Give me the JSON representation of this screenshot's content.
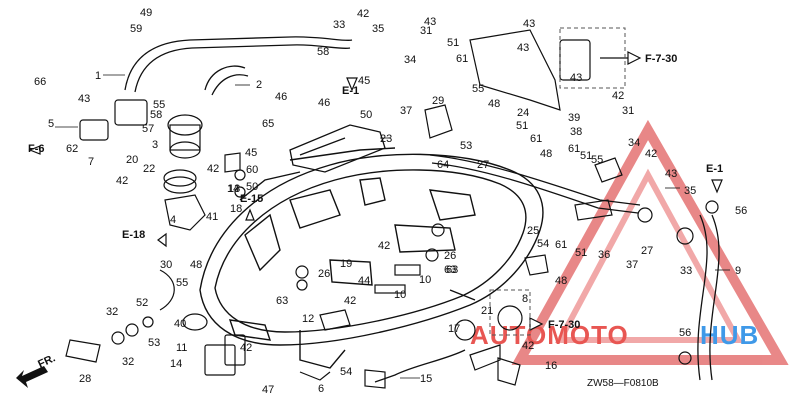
{
  "diagram_code": "ZW58—F0810B",
  "front_label": "FR.",
  "watermark": {
    "part1": "AUTOMOTO",
    "part2": "HUB",
    "color1": "#e53935",
    "color2": "#1e88e5"
  },
  "refs": {
    "f730_top": "F-7-30",
    "f730_bottom": "F-7-30",
    "f6": "F-6",
    "e18": "E-18",
    "e15": "E-15",
    "e1_top": "E-1",
    "e1_right": "E-1"
  },
  "callouts": {
    "c49": "49",
    "c59": "59",
    "c1": "1",
    "c2": "2",
    "c66": "66",
    "c43a": "43",
    "c58a": "58",
    "c55a": "55",
    "c57": "57",
    "c5": "5",
    "c62": "62",
    "c7": "7",
    "c20": "20",
    "c3": "3",
    "c22": "22",
    "c4": "4",
    "c42a": "42",
    "c14": "14",
    "c65": "65",
    "c46a": "46",
    "c46b": "46",
    "c41": "41",
    "c18": "18",
    "c60": "60",
    "c13": "13",
    "c45a": "45",
    "c42b": "42",
    "c50a": "50",
    "c33": "33",
    "c35": "35",
    "c42c": "42",
    "c43b": "43",
    "c58b": "58",
    "c45b": "45",
    "c50b": "50",
    "c37a": "37",
    "c31a": "31",
    "c34a": "34",
    "c51a": "51",
    "c61a": "61",
    "c29": "29",
    "c55b": "55",
    "c48a": "48",
    "c23": "23",
    "c64": "64",
    "c53a": "53",
    "c27a": "27",
    "c24": "24",
    "c51b": "51",
    "c61b": "61",
    "c43c": "43",
    "c43d": "43",
    "c43e": "43",
    "c42d": "42",
    "c39": "39",
    "c38": "38",
    "c31b": "31",
    "c34b": "34",
    "c42e": "42",
    "c43f": "43",
    "c35b": "35",
    "c56a": "56",
    "c55c": "55",
    "c48b": "48",
    "c61c": "61",
    "c51c": "51",
    "c36": "36",
    "c37b": "37",
    "c27b": "27",
    "c33b": "33",
    "c9": "9",
    "c25": "25",
    "c54": "54",
    "c61d": "61",
    "c51d": "51",
    "c42f": "42",
    "c26a": "26",
    "c26b": "26",
    "c63a": "63",
    "c63b": "63",
    "c19": "19",
    "c44": "44",
    "c10a": "10",
    "c10b": "10",
    "c42g": "42",
    "c12": "12",
    "c30": "30",
    "c55d": "55",
    "c48c": "48",
    "c52": "52",
    "c40": "40",
    "c32a": "32",
    "c32b": "32",
    "c53b": "53",
    "c28": "28",
    "c11": "11",
    "c42h": "42",
    "c14b": "14",
    "c47": "47",
    "c6": "6",
    "c54b": "54",
    "c15": "15",
    "c17": "17",
    "c21": "21",
    "c8": "8",
    "c42i": "42",
    "c16": "16",
    "c56b": "56",
    "c48d": "48",
    "c63c": "63"
  }
}
